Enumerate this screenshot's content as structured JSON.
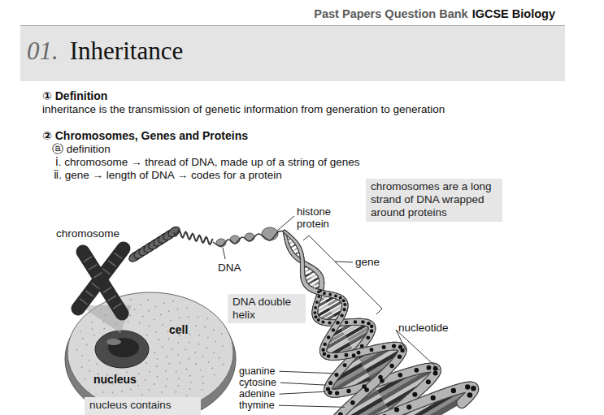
{
  "diagram": {
    "nodes": [
      {
        "text": [
          "01.",
          "Inheritance"
        ]
      },
      {
        "text": [
          "chromosomes are a long strand of DNA wrapped around proteins"
        ]
      },
      {
        "text": [
          "DNA double helix"
        ]
      },
      {
        "text": [
          "nucleus contains"
        ]
      }
    ],
    "labels": [
      "Past Papers Question Bank",
      "IGCSE Biology",
      "① Definition",
      "inheritance is the transmission of genetic information from generation to generation",
      "② Chromosomes, Genes and Proteins",
      "ⓐ definition",
      "ⅰ. chromosome → thread of DNA, made up of a string of genes",
      "ⅱ. gene → length of DNA → codes for a protein",
      "histone protein",
      "chromosome",
      "DNA",
      "gene",
      "cell",
      "nucleotide",
      "nucleus",
      "guanine",
      "cytosine",
      "adenine",
      "thymine"
    ]
  }
}
